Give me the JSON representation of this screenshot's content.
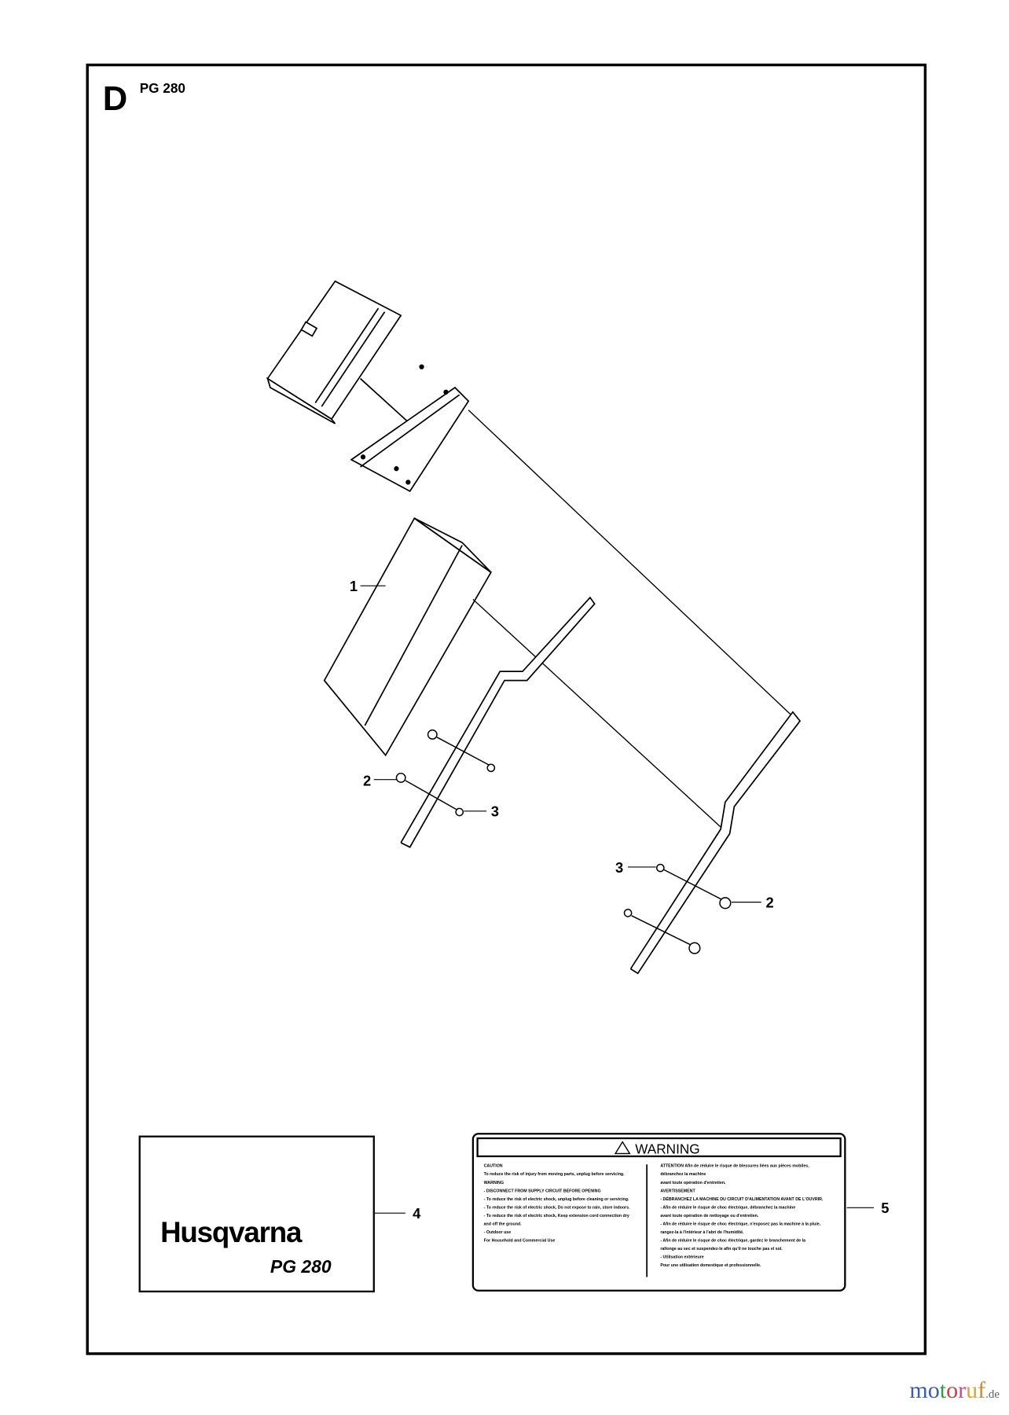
{
  "page": {
    "section_letter": "D",
    "model": "PG 280"
  },
  "callouts": [
    "1",
    "2",
    "3",
    "3",
    "2",
    "4",
    "5"
  ],
  "decal_logo": {
    "brand": "Husqvarna",
    "model": "PG 280"
  },
  "warning_label": {
    "title": "WARNING",
    "left_lines": [
      "CAUTION",
      "To reduce the risk of injury from moving parts, unplug before servicing.",
      "WARNING",
      "- DISCONNECT FROM SUPPLY CIRCUIT BEFORE OPENING",
      "- To reduce the risk of electric shock, unplug before cleaning or servicing.",
      "- To reduce the risk of electric shock, Do not expose to rain, store indoors.",
      "- To reduce the risk of electric shock, Keep extension cord connection dry",
      "  and off the ground.",
      "- Outdoor use",
      "For Household and Commercial Use"
    ],
    "right_lines": [
      "ATTENTION Afin de réduire le risque de blessures liées aux pièces mobiles,",
      "débranchez la machine",
      "avant toute opération d'entretien.",
      "AVERTISSEMENT",
      "- DÉBRANCHEZ LA MACHINE DU CIRCUIT D'ALIMENTATION AVANT DE L'OUVRIR.",
      "- Afin de réduire le risque de choc électrique, débranchez la machine",
      "  avant toute opération de nettoyage ou d'entretien.",
      "- Afin de réduire le risque de choc électrique, n'exposez pas la machine à la pluie,",
      "  rangez-la à l'intérieur à l'abri de l'humidité.",
      "- Afin de réduire le risque de choc électrique, gardez le branchement de la",
      "  rallonge au sec et suspendez-le afin qu'il ne touche pas el sol.",
      "- Utilisation extérieure",
      "Pour une utilisation domestique et professionnelle."
    ]
  },
  "watermark": {
    "text": "motoruf",
    "suffix": ".de",
    "colors": [
      "#3b5bb5",
      "#3b5bb5",
      "#2e9e3e",
      "#d93a3a",
      "#e0408f",
      "#f0a020",
      "#e08a10"
    ]
  }
}
